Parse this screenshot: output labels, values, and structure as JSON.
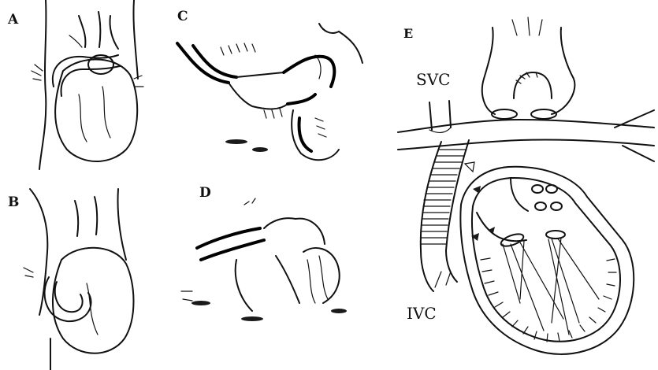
{
  "figure": {
    "panels": [
      {
        "id": "A",
        "label": "A"
      },
      {
        "id": "B",
        "label": "B"
      },
      {
        "id": "C",
        "label": "C"
      },
      {
        "id": "D",
        "label": "D"
      },
      {
        "id": "E",
        "label": "E"
      }
    ],
    "annotations": {
      "svc": "SVC",
      "ivc": "IVC"
    }
  }
}
